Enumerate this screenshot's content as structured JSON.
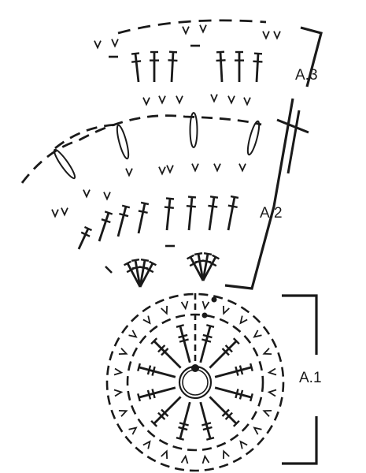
{
  "diagram": {
    "labels": {
      "a1": "A.1",
      "a2": "A.2",
      "a3": "A.3"
    },
    "symbols": {
      "chain": "chain-stitch-dash",
      "sc": "v-shaped-single-crochet",
      "dc": "treble-crochet-with-bar",
      "puff": "elongated-oval-puff",
      "ring": "magic-ring",
      "start_dot": "start-dot"
    },
    "ink_color": "#1a1a1a",
    "background": "#ffffff"
  }
}
